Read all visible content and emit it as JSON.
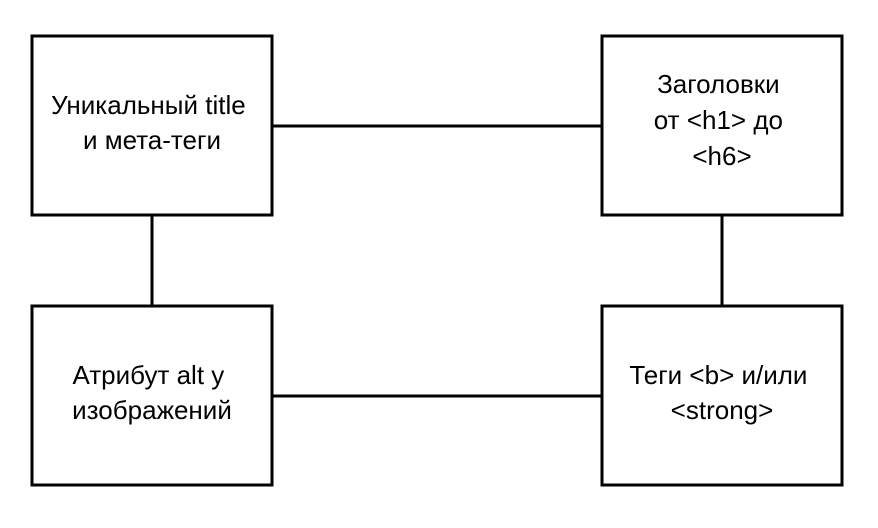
{
  "diagram": {
    "nodes": [
      {
        "id": "unique-title",
        "lines": [
          "Уникальный title",
          "и мета-теги"
        ]
      },
      {
        "id": "headings",
        "lines": [
          "Заголовки",
          "от <h1> до",
          "<h6>"
        ]
      },
      {
        "id": "alt-attribute",
        "lines": [
          "Атрибут alt у",
          "изображений"
        ]
      },
      {
        "id": "bold-tags",
        "lines": [
          "Теги <b> и/или",
          "<strong>"
        ]
      }
    ],
    "edges": [
      {
        "from": "unique-title",
        "to": "headings"
      },
      {
        "from": "unique-title",
        "to": "alt-attribute"
      },
      {
        "from": "headings",
        "to": "bold-tags"
      },
      {
        "from": "alt-attribute",
        "to": "bold-tags"
      }
    ]
  }
}
